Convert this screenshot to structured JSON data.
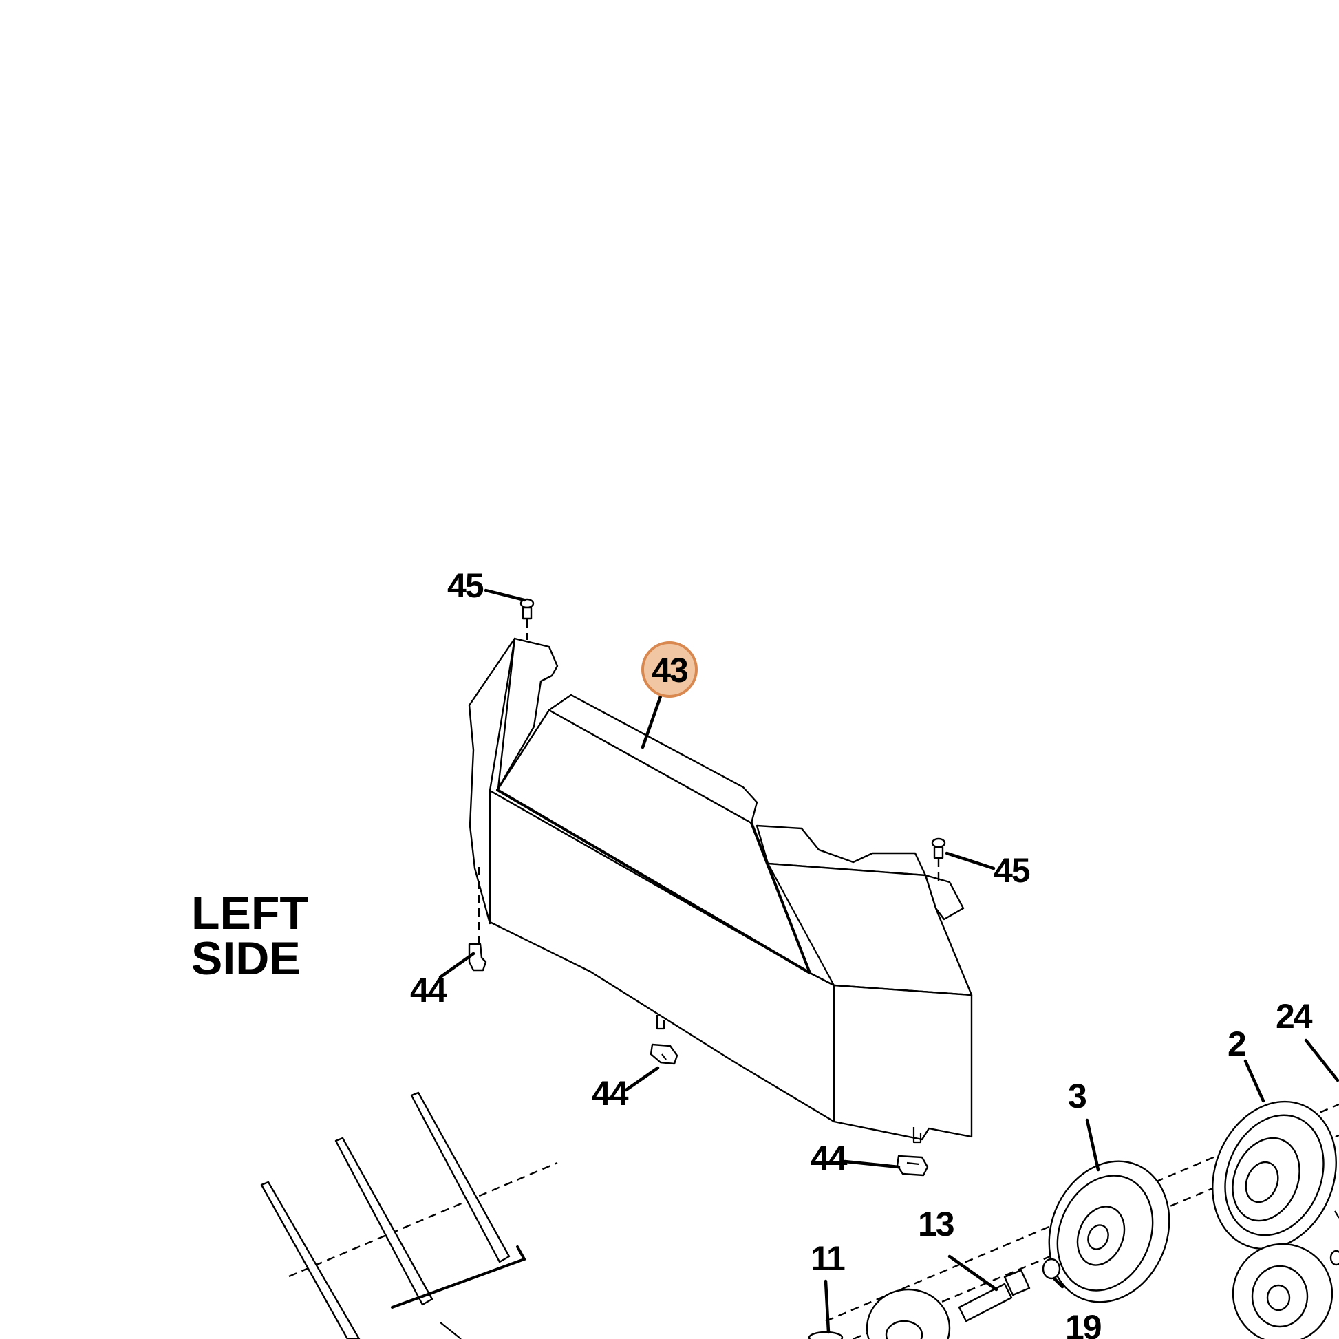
{
  "diagram": {
    "side_label_line1": "LEFT",
    "side_label_line2": "SIDE",
    "callouts": {
      "c45_top": "45",
      "c43": "43",
      "c45_right": "45",
      "c44_left": "44",
      "c44_mid": "44",
      "c44_right": "44",
      "c24": "24",
      "c2": "2",
      "c3": "3",
      "c13": "13",
      "c11": "11",
      "c19": "19"
    },
    "highlight": {
      "callout": "43",
      "fill_color": "#f1c7a3",
      "stroke_color": "#d9894f"
    }
  }
}
